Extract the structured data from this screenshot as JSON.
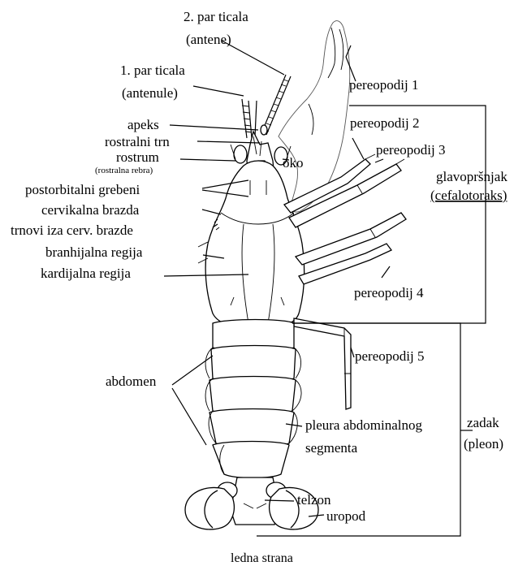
{
  "labels": {
    "antenna2_l1": "2. par ticala",
    "antenna2_l2": "(antene)",
    "antenna1_l1": "1. par ticala",
    "antenna1_l2": "(antenule)",
    "apex": "apeks",
    "rostral_spine": "rostralni trn",
    "rostrum": "rostrum",
    "rostral_ribs": "(rostralna rebra)",
    "eye": "oko",
    "postorbital": "postorbitalni grebeni",
    "cervical_groove": "cervikalna brazda",
    "spines_after_cervical": "trnovi iza cerv. brazde",
    "branchial": "branhijalna regija",
    "cardiac": "kardijalna regija",
    "pereopod1": "pereopodij 1",
    "pereopod2": "pereopodij 2",
    "pereopod3": "pereopodij 3",
    "pereopod4": "pereopodij 4",
    "pereopod5": "pereopodij 5",
    "cephalothorax_l1": "glavopršnjak",
    "cephalothorax_l2": "(cefalotoraks)",
    "abdomen": "abdomen",
    "pleura_l1": "pleura abdominalnog",
    "pleura_l2": "segmenta",
    "pleon_l1": "zadak",
    "pleon_l2": "(pleon)",
    "telson": "telzon",
    "uropod": "uropod",
    "caption": "ledna strana"
  }
}
